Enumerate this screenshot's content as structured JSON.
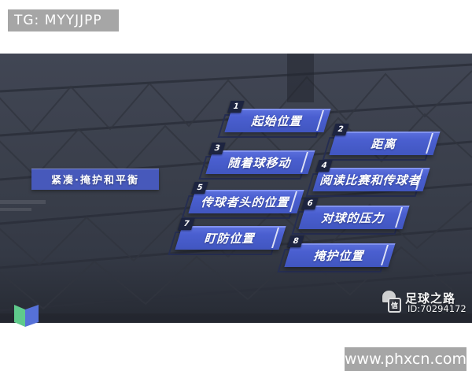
{
  "tg_banner": {
    "label": "TG: MYYJJPP"
  },
  "slide": {
    "title_box": {
      "label": "紧凑·掩护和平衡"
    },
    "steps": [
      {
        "num": "1",
        "label": "起始位置"
      },
      {
        "num": "2",
        "label": "距离"
      },
      {
        "num": "3",
        "label": "随着球移动"
      },
      {
        "num": "4",
        "label": "阅读比赛和传球者"
      },
      {
        "num": "5",
        "label": "传球者头的位置"
      },
      {
        "num": "6",
        "label": "对球的压力"
      },
      {
        "num": "7",
        "label": "盯防位置"
      },
      {
        "num": "8",
        "label": "掩护位置"
      }
    ]
  },
  "watermark": {
    "icon": "wechat-icon",
    "name": "足球之路",
    "id": "ID:70294172"
  },
  "footer": {
    "url": "www.phxcn.com"
  },
  "colors": {
    "step_blue": "#4a5fd0",
    "tab_navy": "#1d2440",
    "outline_navy": "#262e52",
    "side_box_blue": "#4759bb",
    "photo_bg": "#3a3f4b",
    "logo_green": "#5fca8c",
    "logo_blue": "#5671d8",
    "banner_gray": "#a6a6a6"
  }
}
